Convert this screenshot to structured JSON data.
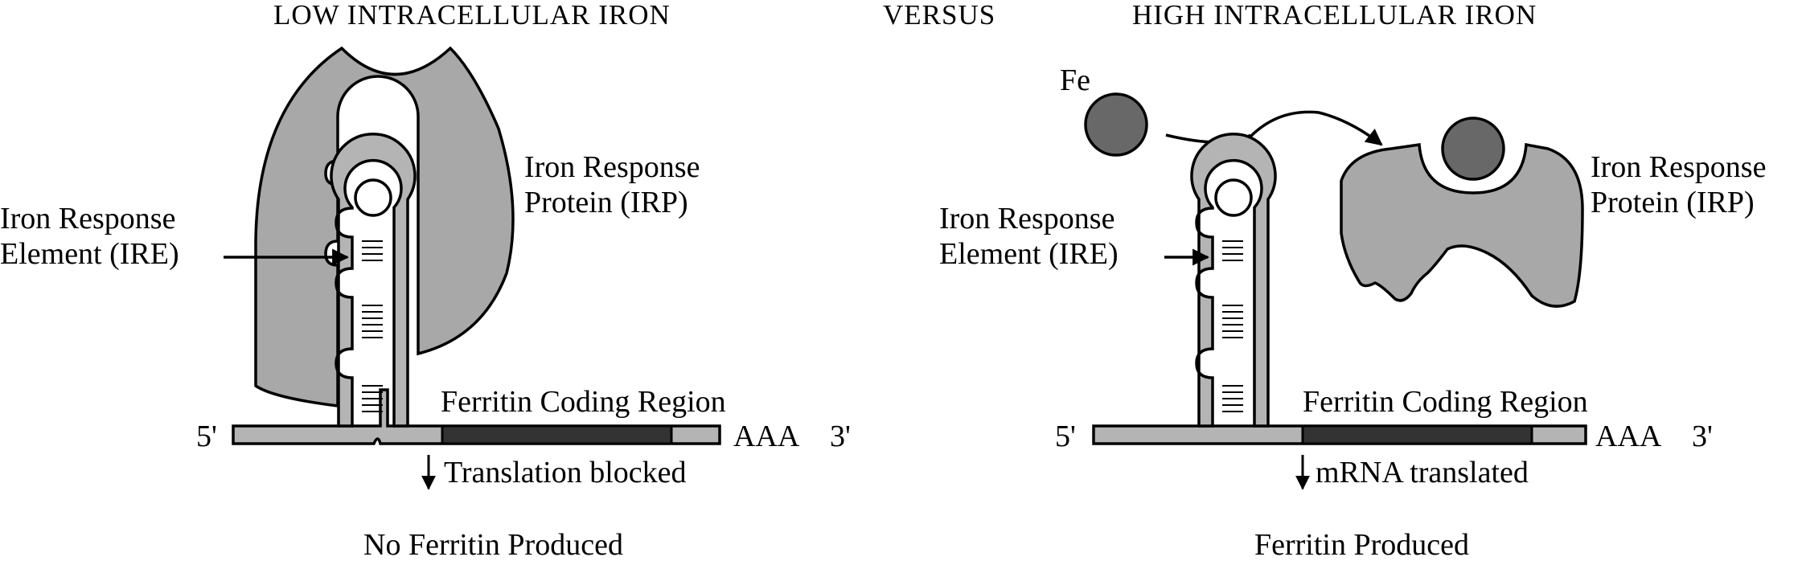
{
  "header": {
    "left": "LOW INTRACELLULAR IRON",
    "middle": "VERSUS",
    "right": "HIGH INTRACELLULAR IRON"
  },
  "low_panel": {
    "irp_label_line1": "Iron Response",
    "irp_label_line2": "Protein (IRP)",
    "ire_label_line1": "Iron Response",
    "ire_label_line2": "Element (IRE)",
    "coding_label": "Ferritin Coding Region",
    "five_prime": "5'",
    "poly_a": "AAA",
    "three_prime": "3'",
    "translation_status": "Translation blocked",
    "outcome": "No Ferritin Produced"
  },
  "high_panel": {
    "fe_label": "Fe",
    "irp_label_line1": "Iron Response",
    "irp_label_line2": "Protein (IRP)",
    "ire_label_line1": "Iron Response",
    "ire_label_line2": "Element (IRE)",
    "coding_label": "Ferritin Coding Region",
    "five_prime": "5'",
    "poly_a": "AAA",
    "three_prime": "3'",
    "translation_status": "mRNA translated",
    "outcome": "Ferritin Produced"
  },
  "colors": {
    "mrna": "#b4b4b4",
    "protein": "#a8a8a8",
    "coding_region": "#333333",
    "iron": "#686868",
    "ink": "#000000"
  }
}
